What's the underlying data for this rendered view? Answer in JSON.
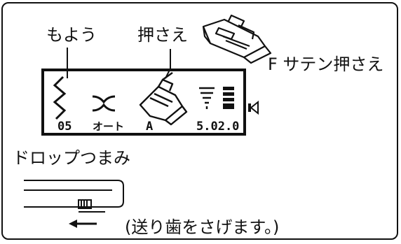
{
  "labels": {
    "pattern": "もよう",
    "presser_foot": "押さえ",
    "satin_foot": "F サテン押さえ",
    "drop_knob": "ドロップつまみ",
    "lower_feed_dogs_note": "(送り歯をさげます。)"
  },
  "lcd": {
    "pattern_number": "05",
    "mode": "オート",
    "foot_letter": "A",
    "stitch_values": "5.02.0"
  },
  "icons": [
    "zigzag-stitch-icon",
    "tension-auto-icon",
    "presser-foot-icon",
    "stitch-length-width-icon",
    "speaker-icon",
    "satin-foot-icon",
    "drop-feed-knob-icon"
  ]
}
